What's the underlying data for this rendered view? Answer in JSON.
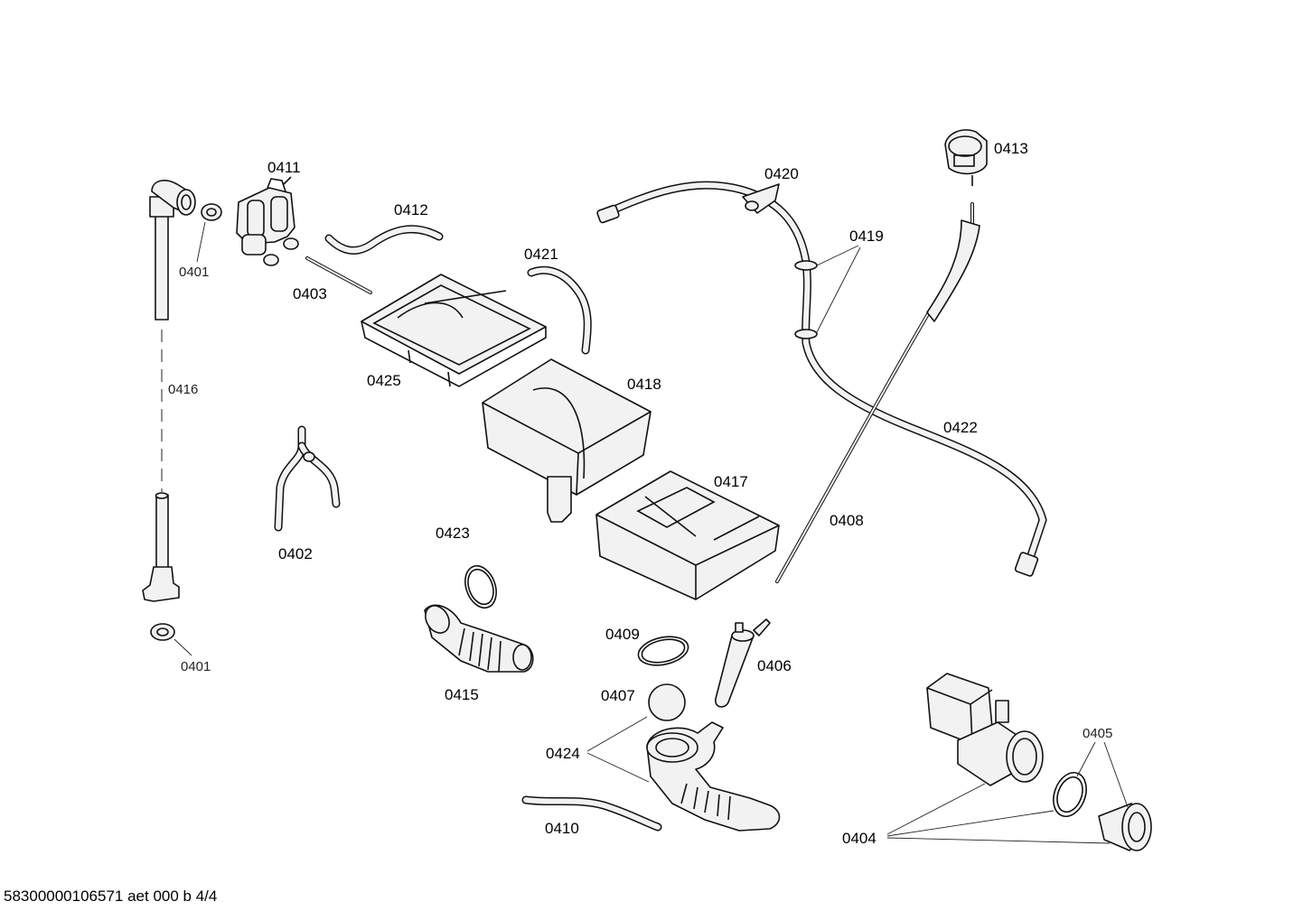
{
  "labels": {
    "p0411": "0411",
    "p0401a": "0401",
    "p0412": "0412",
    "p0403": "0403",
    "p0421": "0421",
    "p0420": "0420",
    "p0413": "0413",
    "p0419": "0419",
    "p0416": "0416",
    "p0425": "0425",
    "p0418": "0418",
    "p0422": "0422",
    "p0417": "0417",
    "p0402": "0402",
    "p0423": "0423",
    "p0408": "0408",
    "p0401b": "0401",
    "p0415": "0415",
    "p0409": "0409",
    "p0406": "0406",
    "p0407": "0407",
    "p0405": "0405",
    "p0424": "0424",
    "p0410": "0410",
    "p0404": "0404"
  },
  "footer": {
    "document_id": "58300000106571 aet 000 b 4/4"
  }
}
